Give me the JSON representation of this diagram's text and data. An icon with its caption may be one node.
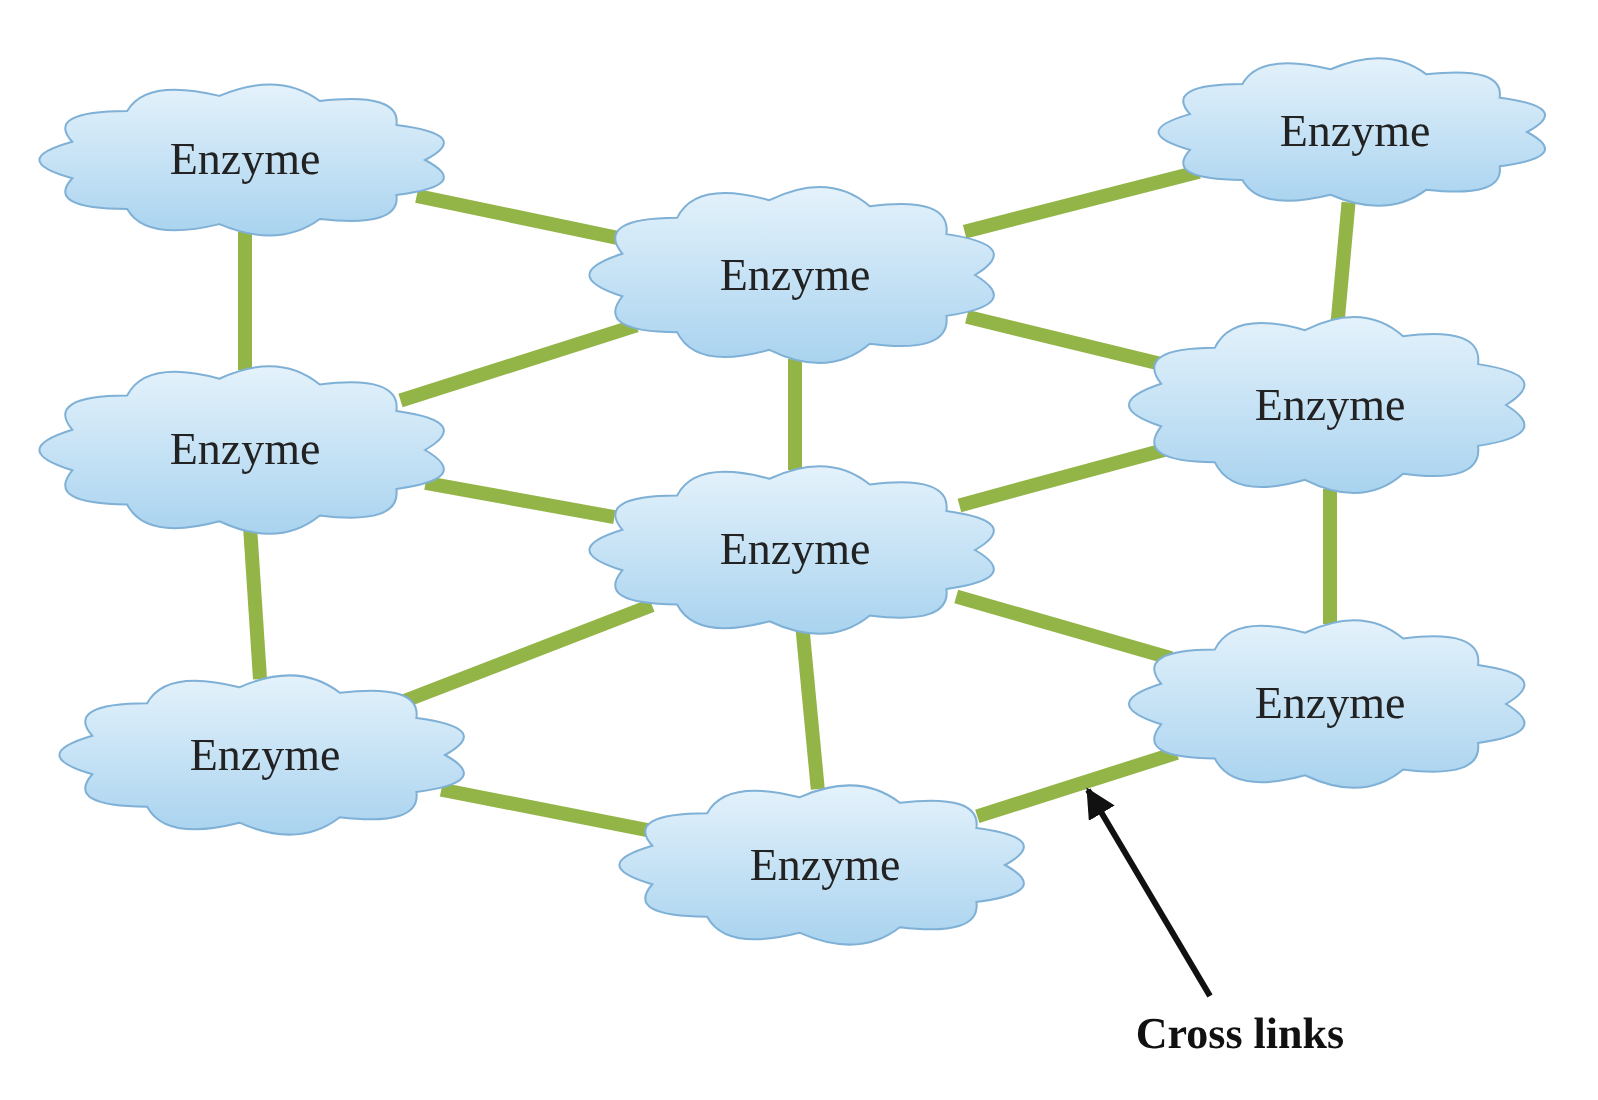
{
  "diagram": {
    "nodes": [
      {
        "text": [
          "Enzyme"
        ]
      },
      {
        "text": [
          "Enzyme"
        ]
      },
      {
        "text": [
          "Enzyme"
        ]
      },
      {
        "text": [
          "Enzyme"
        ]
      },
      {
        "text": [
          "Enzyme"
        ]
      },
      {
        "text": [
          "Enzyme"
        ]
      },
      {
        "text": [
          "Enzyme"
        ]
      },
      {
        "text": [
          "Enzyme"
        ]
      },
      {
        "text": [
          "Enzyme"
        ]
      },
      {
        "text": [
          "Cross links"
        ]
      }
    ],
    "edges": [
      {
        "from": 0,
        "to": 1,
        "arrow": "none"
      },
      {
        "from": 0,
        "to": 3,
        "arrow": "none"
      },
      {
        "from": 1,
        "to": 2,
        "arrow": "none"
      },
      {
        "from": 1,
        "to": 3,
        "arrow": "none"
      },
      {
        "from": 1,
        "to": 5,
        "arrow": "none"
      },
      {
        "from": 1,
        "to": 4,
        "arrow": "none"
      },
      {
        "from": 2,
        "to": 4,
        "arrow": "none"
      },
      {
        "from": 3,
        "to": 5,
        "arrow": "none"
      },
      {
        "from": 3,
        "to": 6,
        "arrow": "none"
      },
      {
        "from": 5,
        "to": 4,
        "arrow": "none"
      },
      {
        "from": 5,
        "to": 6,
        "arrow": "none"
      },
      {
        "from": 5,
        "to": 7,
        "arrow": "none"
      },
      {
        "from": 5,
        "to": 8,
        "arrow": "none"
      },
      {
        "from": 4,
        "to": 7,
        "arrow": "none"
      },
      {
        "from": 6,
        "to": 8,
        "arrow": "none"
      },
      {
        "from": 8,
        "to": 7,
        "arrow": "none"
      },
      {
        "from": 9,
        "to": null,
        "arrow": "to",
        "color": "#111111"
      }
    ]
  }
}
